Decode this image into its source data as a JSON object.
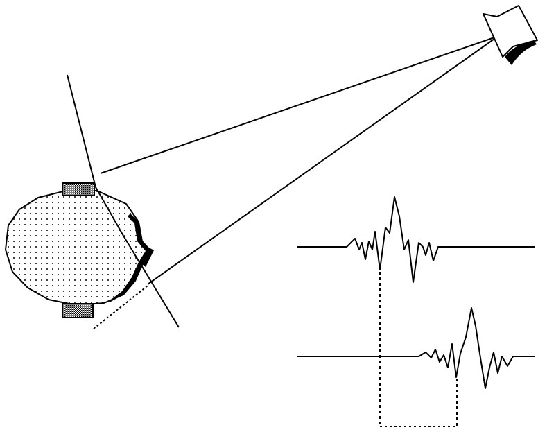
{
  "figure": {
    "description_text": "",
    "ink_color": "#000000",
    "background_color": "#ffffff",
    "fill_pattern": "dotted",
    "pad_pattern": "crosshatch"
  },
  "elements": {
    "sound_source": "speaker-icon",
    "head": "head-cross-section",
    "ear_pads": "headphone-pad-icon",
    "waveform_top": "waveform",
    "waveform_bottom": "delayed-waveform"
  }
}
